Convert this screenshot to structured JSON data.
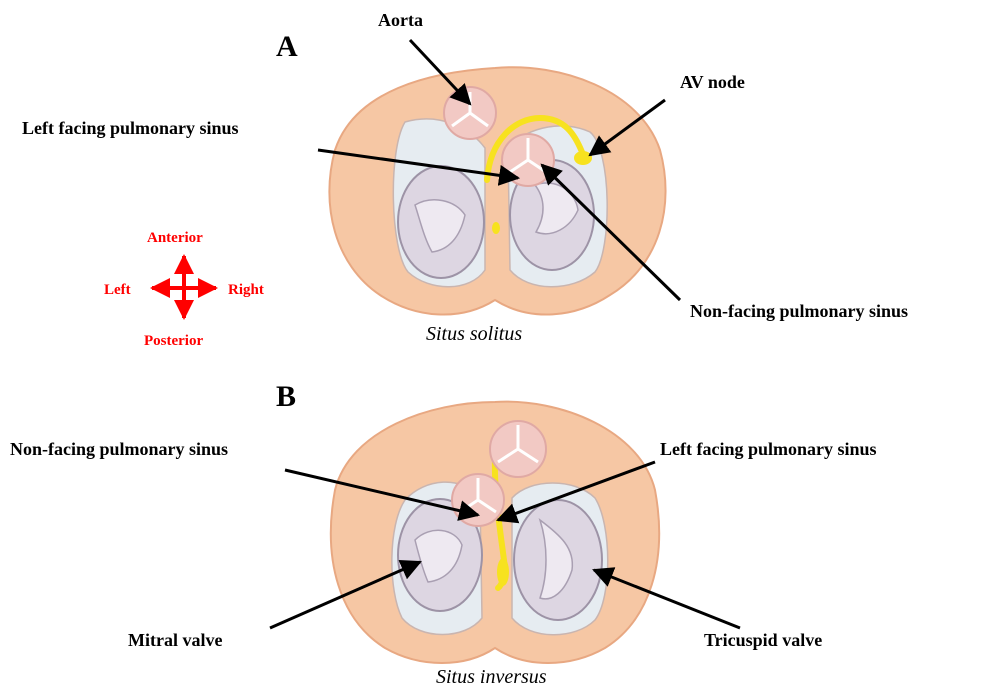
{
  "panel_a": {
    "letter": "A",
    "caption": "Situs solitus",
    "labels": {
      "aorta": "Aorta",
      "av_node": "AV node",
      "left_facing": "Left facing pulmonary sinus",
      "non_facing": "Non-facing pulmonary sinus"
    }
  },
  "panel_b": {
    "letter": "B",
    "caption": "Situs inversus",
    "labels": {
      "non_facing": "Non-facing pulmonary sinus",
      "left_facing": "Left facing pulmonary sinus",
      "mitral": "Mitral valve",
      "tricuspid": "Tricuspid valve"
    }
  },
  "orientation": {
    "anterior": "Anterior",
    "posterior": "Posterior",
    "left": "Left",
    "right": "Right"
  },
  "colors": {
    "outer_tissue": "#f6c7a4",
    "outer_stroke": "#e8a882",
    "inner_chamber": "#e6ecf1",
    "valve_fill": "#ddd6e2",
    "valve_stroke": "#9d93a6",
    "great_vessel": "#f2c9c4",
    "conduction": "#f7e21f",
    "orientation": "#ff0000",
    "arrow": "#000000"
  }
}
